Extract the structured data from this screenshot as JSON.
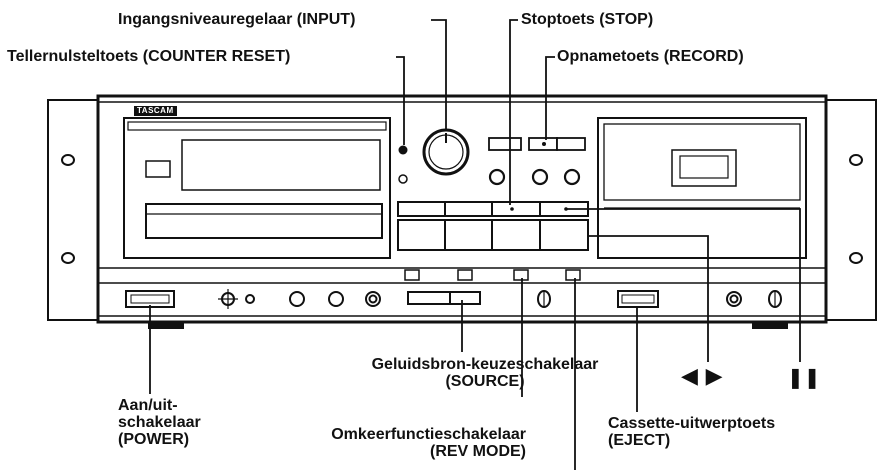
{
  "brand": "TASCAM",
  "labels": {
    "input": "Ingangsniveauregelaar (INPUT)",
    "stop": "Stoptoets (STOP)",
    "counter_reset": "Tellernulsteltoets (COUNTER RESET)",
    "record": "Opnametoets (RECORD)",
    "source_line1": "Geluidsbron-keuzeschakelaar",
    "source_line2": "(SOURCE)",
    "power_line1": "Aan/uit-",
    "power_line2": "schakelaar",
    "power_line3": "(POWER)",
    "rev_mode_line1": "Omkeerfunctieschakelaar",
    "rev_mode_line2": "(REV MODE)",
    "eject_line1": "Cassette-uitwerptoets",
    "eject_line2": "(EJECT)"
  },
  "symbols": {
    "play_pair": "◀ ▶",
    "pause": "❚❚"
  }
}
